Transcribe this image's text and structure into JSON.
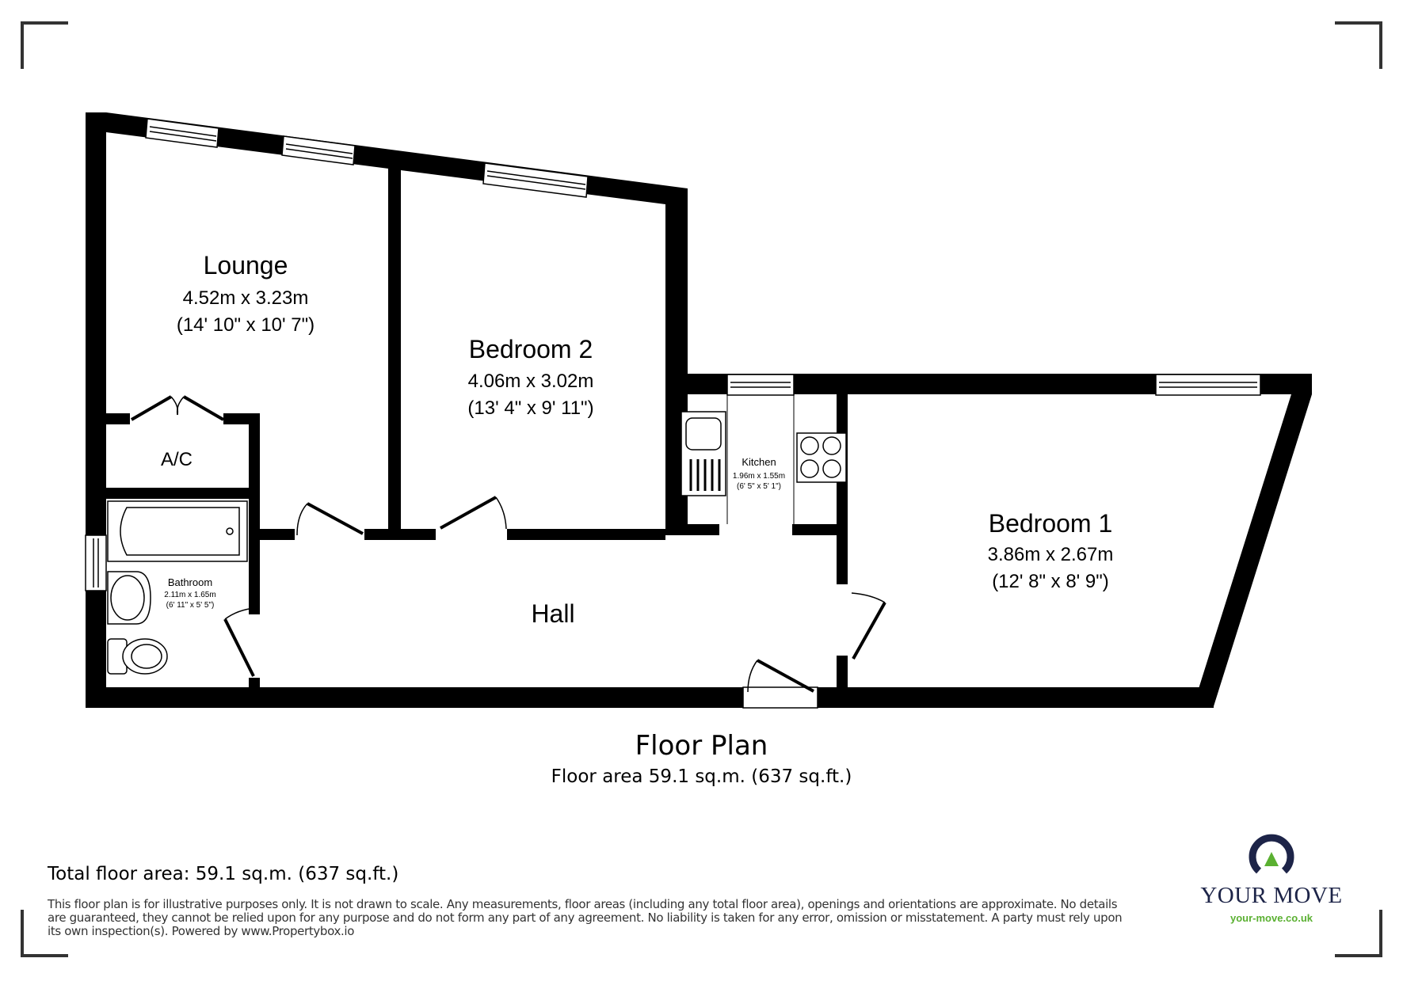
{
  "rooms": {
    "lounge": {
      "name": "Lounge",
      "metric": "4.52m x 3.23m",
      "imperial": "(14' 10\" x 10' 7\")"
    },
    "bedroom2": {
      "name": "Bedroom 2",
      "metric": "4.06m x 3.02m",
      "imperial": "(13' 4\" x 9' 11\")"
    },
    "ac": {
      "name": "A/C"
    },
    "kitchen": {
      "name": "Kitchen",
      "metric": "1.96m x 1.55m",
      "imperial": "(6' 5\" x 5' 1\")"
    },
    "bedroom1": {
      "name": "Bedroom 1",
      "metric": "3.86m x 2.67m",
      "imperial": "(12' 8\" x 8' 9\")"
    },
    "bathroom": {
      "name": "Bathroom",
      "metric": "2.11m x 1.65m",
      "imperial": "(6' 11\" x 5' 5\")"
    },
    "hall": {
      "name": "Hall"
    }
  },
  "caption": {
    "title": "Floor Plan",
    "floor_area": "Floor area 59.1 sq.m. (637 sq.ft.)"
  },
  "footer": {
    "total_area": "Total floor area: 59.1 sq.m. (637 sq.ft.)",
    "disclaimer": "This floor plan is for illustrative purposes only. It is not drawn to scale. Any measurements, floor areas (including any total floor area), openings and orientations are approximate. No details are guaranteed, they cannot be relied upon for any purpose and do not form any part of any agreement. No liability is taken for any error, omission or misstatement. A party must rely upon its own inspection(s). Powered by www.Propertybox.io"
  },
  "logo": {
    "name": "YOUR MOVE",
    "url": "your-move.co.uk",
    "colors": {
      "navy": "#1d2448",
      "green": "#5ab031"
    }
  }
}
